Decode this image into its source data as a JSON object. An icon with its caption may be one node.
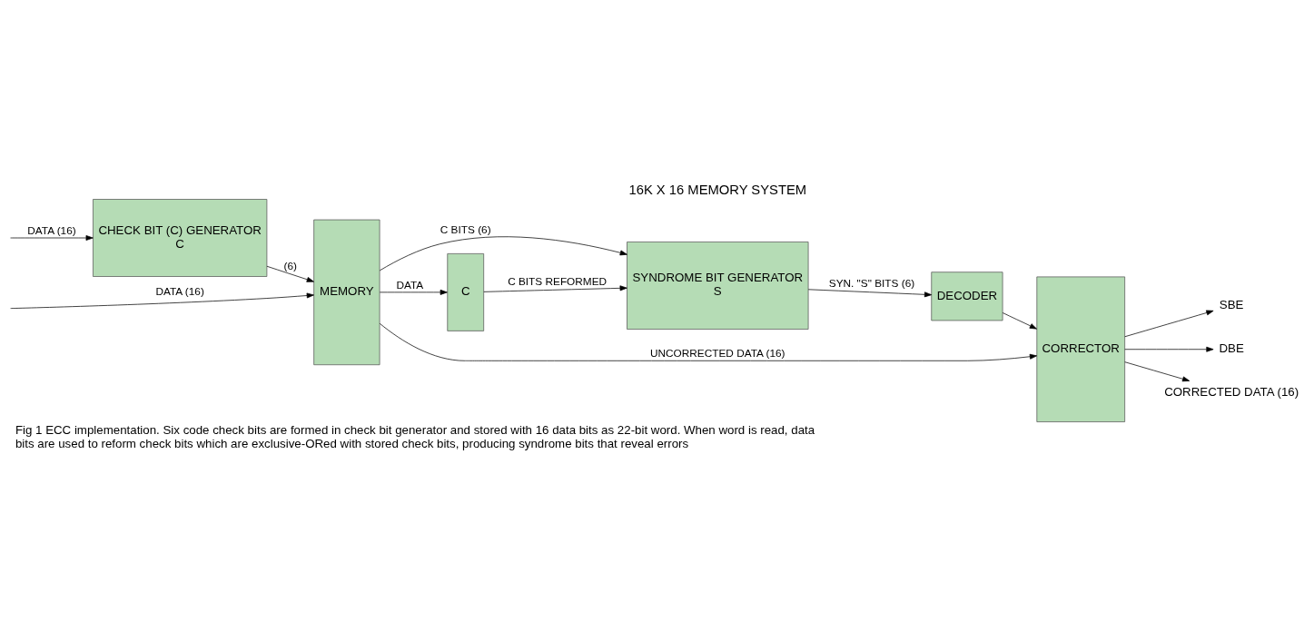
{
  "diagram": {
    "title": "16K X 16 MEMORY SYSTEM",
    "caption": "Fig 1 ECC implementation. Six code check bits are formed in check bit generator and stored with 16 data bits as 22-bit word. When word is read, data bits are used to reform check bits which are exclusive-ORed with stored check bits, producing syndrome bits that reveal errors",
    "nodes": [
      {
        "text": [
          "CHECK BIT (C) GENERATOR",
          "C"
        ]
      },
      {
        "text": [
          "MEMORY"
        ]
      },
      {
        "text": [
          "SYNDROME BIT GENERATOR",
          "S"
        ]
      },
      {
        "text": [
          "C"
        ]
      },
      {
        "text": [
          "DECODER"
        ]
      },
      {
        "text": [
          "CORRECTOR"
        ]
      },
      {
        "text": [
          "SBE"
        ]
      },
      {
        "text": [
          "DBE"
        ]
      },
      {
        "text": [
          "CORRECTED DATA (16)"
        ]
      }
    ],
    "edges": [
      {
        "from": null,
        "to": 0,
        "arrow": "to",
        "label": "DATA (16)"
      },
      {
        "from": null,
        "to": 1,
        "arrow": "to",
        "label": "DATA (16)"
      },
      {
        "from": 0,
        "to": 1,
        "arrow": "to",
        "label": "(6)"
      },
      {
        "from": 1,
        "to": 2,
        "arrow": "to",
        "label": "C BITS (6)"
      },
      {
        "from": 1,
        "to": 3,
        "arrow": "to",
        "label": "DATA"
      },
      {
        "from": 1,
        "to": 5,
        "arrow": "to",
        "label": "UNCORRECTED DATA (16)"
      },
      {
        "from": 3,
        "to": 2,
        "arrow": "to",
        "label": "C BITS REFORMED"
      },
      {
        "from": 2,
        "to": 4,
        "arrow": "to",
        "label": "SYN. \"S\" BITS (6)"
      },
      {
        "from": 4,
        "to": 5,
        "arrow": "to"
      },
      {
        "from": 5,
        "to": 6,
        "arrow": "to"
      },
      {
        "from": 5,
        "to": 7,
        "arrow": "to"
      },
      {
        "from": 5,
        "to": 8,
        "arrow": "to"
      }
    ]
  }
}
